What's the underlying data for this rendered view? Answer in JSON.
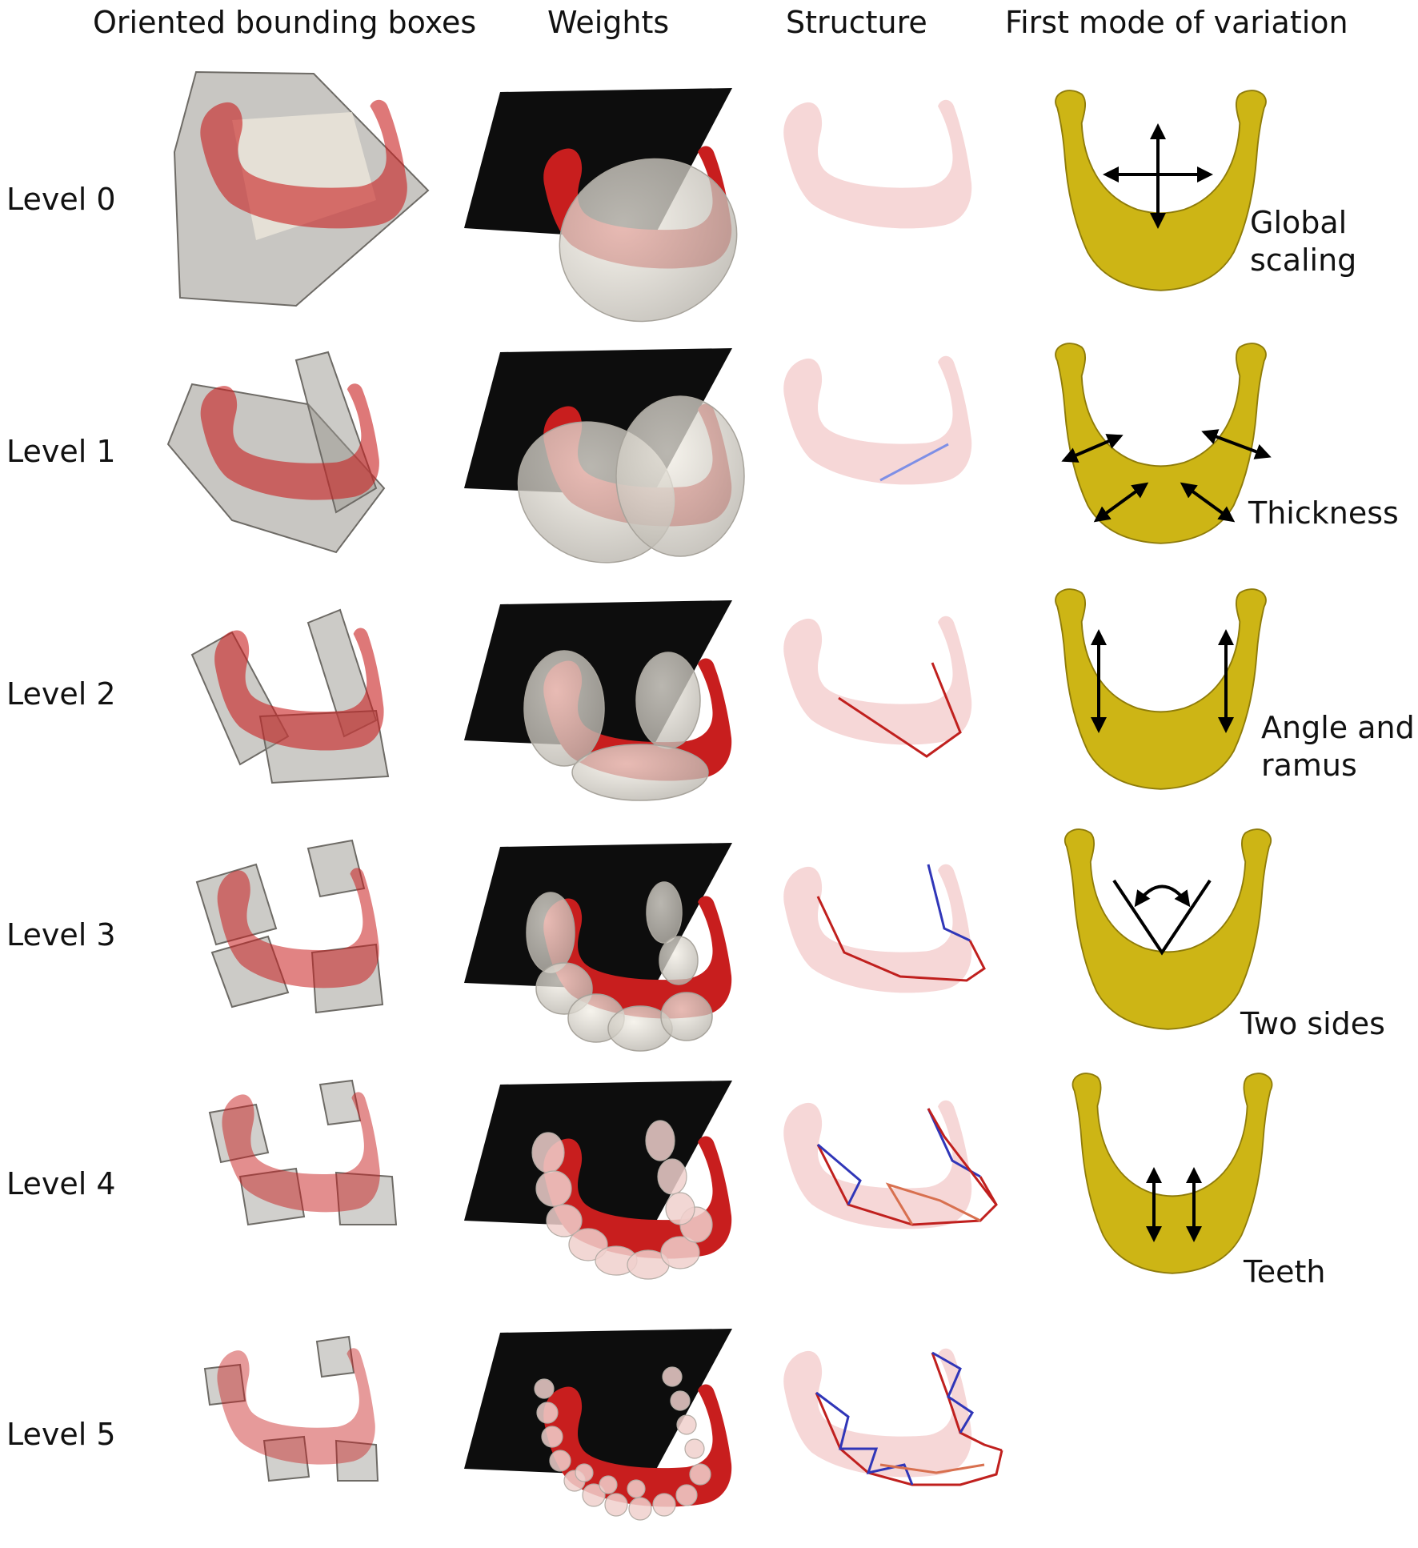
{
  "headers": {
    "obb": "Oriented bounding boxes",
    "weights": "Weights",
    "structure": "Structure",
    "mode": "First mode of variation"
  },
  "levels": [
    "Level 0",
    "Level 1",
    "Level 2",
    "Level 3",
    "Level 4",
    "Level 5"
  ],
  "mode_labels": {
    "m0_line1": "Global",
    "m0_line2": "scaling",
    "m1": "Thickness",
    "m2_line1": "Angle and",
    "m2_line2": "ramus",
    "m3": "Two sides",
    "m4": "Teeth"
  },
  "colors": {
    "mandible_red": "#c81e1e",
    "box_grey": "#9a9790",
    "ct_black": "#0d0d0d",
    "structure_bg": "#f6d7d7",
    "edge_red": "#c0201e",
    "edge_blue": "#3036b8",
    "mandible_yellow": "#cdb515"
  }
}
